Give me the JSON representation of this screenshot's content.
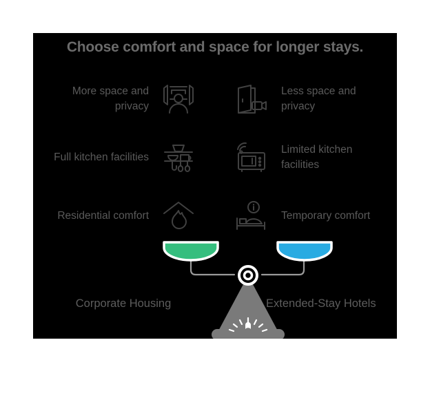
{
  "panel": {
    "background_color": "#000000",
    "title": "Choose comfort and space for longer stays."
  },
  "comparison": {
    "left": {
      "name": "Corporate Housing",
      "pan_color": "#35be7e",
      "features": [
        {
          "label": "More space and privacy",
          "icon": "personal-space-icon"
        },
        {
          "label": "Full kitchen facilities",
          "icon": "kitchen-shelf-icon"
        },
        {
          "label": "Residential comfort",
          "icon": "house-flame-icon"
        }
      ]
    },
    "right": {
      "name": "Extended-Stay Hotels",
      "pan_color": "#29abe2",
      "features": [
        {
          "label": "Less space and privacy",
          "icon": "door-camera-icon"
        },
        {
          "label": "Limited kitchen facilities",
          "icon": "microwave-signal-icon"
        },
        {
          "label": "Temporary comfort",
          "icon": "bed-info-icon"
        }
      ]
    }
  },
  "scale": {
    "fulcrum_color": "#7a7a7a",
    "beam_color": "#9a9a9a",
    "pivot_color": "#ffffff",
    "lamp_icon": "lamp-rays-icon"
  },
  "colors": {
    "title_text": "#6b6b6b",
    "feature_text": "#5a5a5a",
    "category_text": "#5d5d5d",
    "icon_stroke": "#414141",
    "accent_green": "#35be7e",
    "accent_blue": "#29abe2"
  }
}
